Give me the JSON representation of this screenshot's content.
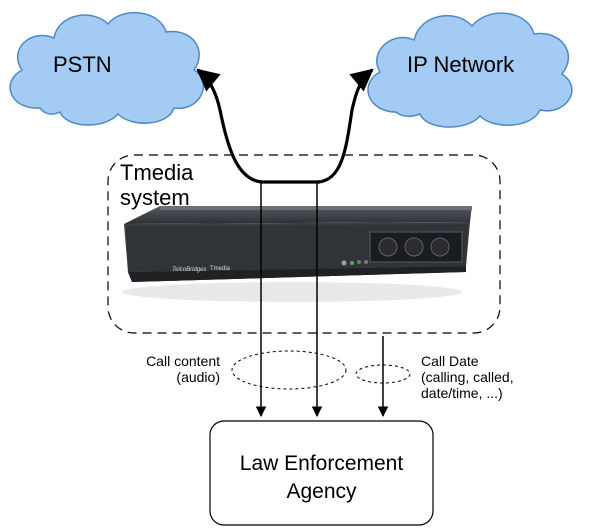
{
  "clouds": {
    "pstn": {
      "label": "PSTN",
      "fill": "#a3cbf3",
      "stroke": "#4f87c9"
    },
    "ip_network": {
      "label": "IP Network",
      "fill": "#a3cbf3",
      "stroke": "#4f87c9"
    }
  },
  "system": {
    "label_line1": "Tmedia",
    "label_line2": "system",
    "device": {
      "brand_text": "TelcoBridges",
      "model_text": "Tmedia",
      "color": "#2f3236"
    }
  },
  "annotations": {
    "call_content": {
      "line1": "Call content",
      "line2": "(audio)"
    },
    "call_data": {
      "line1": "Call Date",
      "line2": "(calling, called,",
      "line3": "date/time, ...)"
    }
  },
  "agency": {
    "line1": "Law Enforcement",
    "line2": "Agency"
  }
}
